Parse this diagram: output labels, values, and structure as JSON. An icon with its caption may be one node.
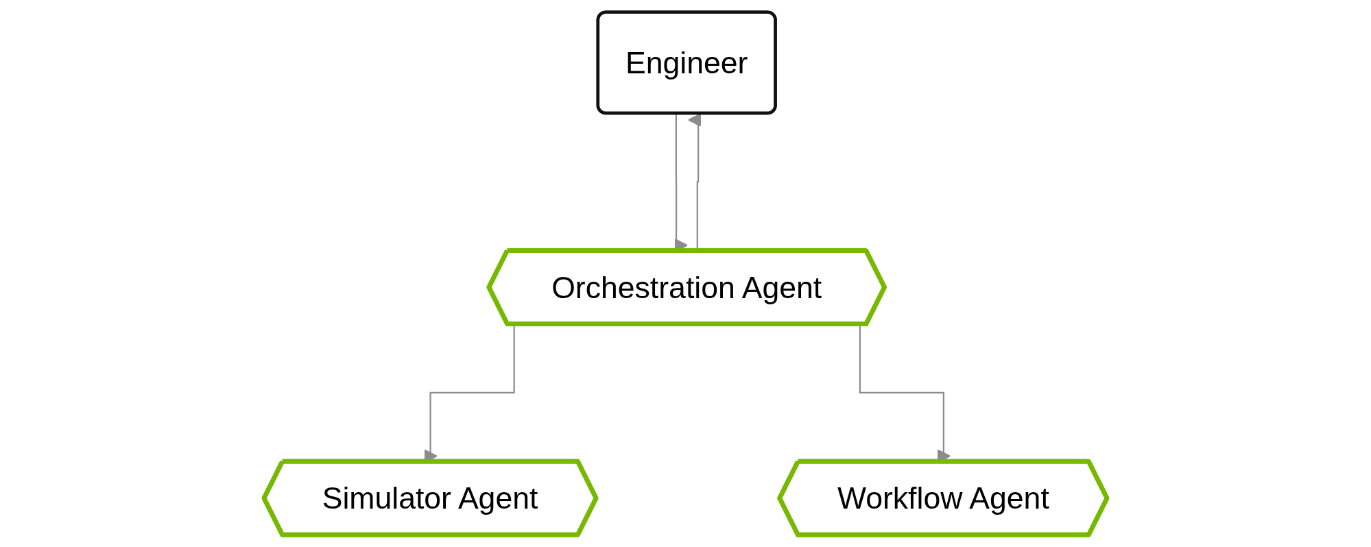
{
  "diagram": {
    "nodes": [
      {
        "text": [
          "Engineer"
        ]
      },
      {
        "text": [
          "Orchestration Agent"
        ]
      },
      {
        "text": [
          "Simulator Agent"
        ]
      },
      {
        "text": [
          "Workflow Agent"
        ]
      }
    ],
    "edges": [
      {
        "from": 0,
        "to": 1,
        "arrow": "to"
      },
      {
        "from": 1,
        "to": 0,
        "arrow": "to"
      },
      {
        "from": 1,
        "to": 2,
        "arrow": "to"
      },
      {
        "from": 1,
        "to": 3,
        "arrow": "to"
      }
    ]
  }
}
